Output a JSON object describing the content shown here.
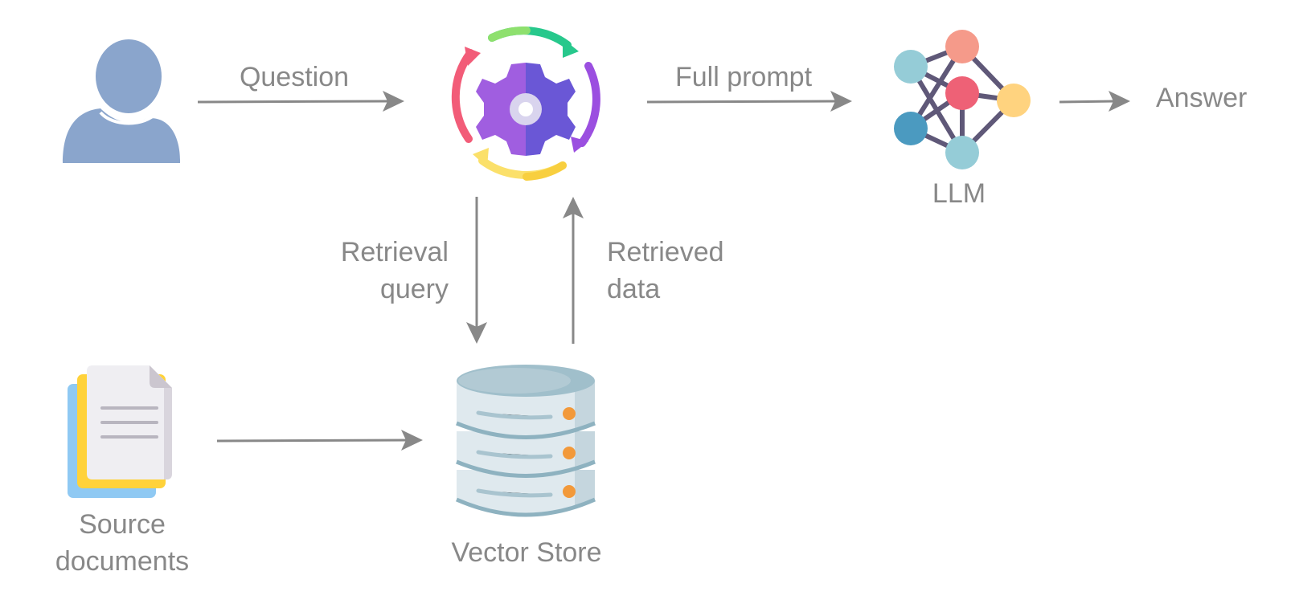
{
  "labels": {
    "question": "Question",
    "full_prompt": "Full prompt",
    "answer": "Answer",
    "llm": "LLM",
    "retrieval_query_line1": "Retrieval",
    "retrieval_query_line2": "query",
    "retrieved_data_line1": "Retrieved",
    "retrieved_data_line2": "data",
    "source_documents_line1": "Source",
    "source_documents_line2": "documents",
    "vector_store": "Vector Store"
  },
  "icons": {
    "user": "user-icon",
    "orchestrator": "gear-cycle-icon",
    "llm": "neural-network-icon",
    "documents": "documents-icon",
    "vector_store": "database-icon"
  },
  "colors": {
    "text": "#888888",
    "arrow": "#888888",
    "user": "#8aa5cc",
    "gear_left": "#a05ee0",
    "gear_right": "#6a57d6",
    "db_top": "#a0bfcb",
    "db_body": "#dfe9ee",
    "db_led": "#f2993a"
  }
}
